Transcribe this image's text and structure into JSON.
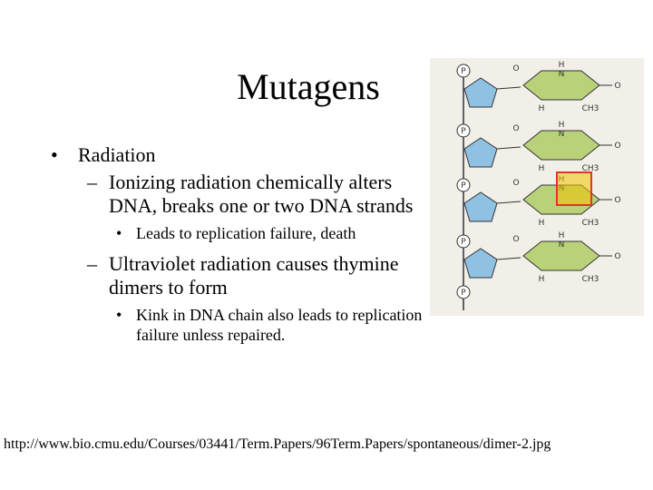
{
  "slide": {
    "title": "Mutagens",
    "bullets": {
      "radiation": "Radiation",
      "ionizing": "Ionizing radiation chemically alters DNA, breaks one or two DNA strands",
      "ionizing_sub": "Leads to replication failure, death",
      "uv": "Ultraviolet radiation causes thymine dimers to form",
      "uv_sub": "Kink in DNA chain also leads to replication failure unless repaired."
    },
    "bullet_glyphs": {
      "level1": "•",
      "level2": "–",
      "level3": "•"
    },
    "source_url": "http://www.bio.cmu.edu/Courses/03441/Term.Papers/96Term.Papers/spontaneous/dimer-2.jpg"
  },
  "figure": {
    "labels": {
      "phosphate": "P",
      "hydrogen": "H",
      "nitrogen": "N",
      "oxygen": "O",
      "methyl": "CH3"
    },
    "colors": {
      "sugar": "#8fc1e3",
      "base": "#b9d27a",
      "dimer_bond": "#e0342c",
      "dimer_highlight": "#f2c200",
      "background": "#f2efe9"
    }
  }
}
